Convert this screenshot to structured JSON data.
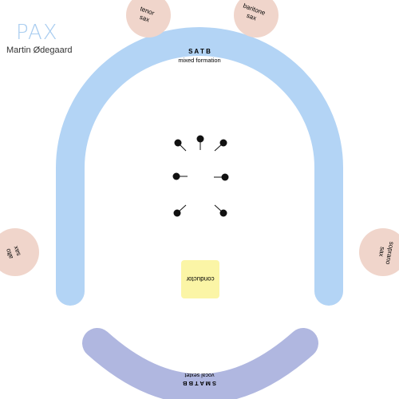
{
  "header": {
    "title": "PAX",
    "composer": "Martin Ødegaard"
  },
  "ensembles": {
    "satb": {
      "name": "S A T B",
      "subtitle": "mixed formation"
    },
    "smatbb": {
      "name": "S M A T B B",
      "subtitle": "vocal sextet"
    }
  },
  "instruments": {
    "tenor": {
      "line1": "tenor",
      "line2": "sax"
    },
    "baritone": {
      "line1": "baritone",
      "line2": "sax"
    },
    "alto": {
      "line1": "alto",
      "line2": "sax"
    },
    "soprano": {
      "line1": "soprano",
      "line2": "sax"
    }
  },
  "conductor": {
    "label": "conductor"
  },
  "colors": {
    "title": "#a9cdf0",
    "satb_arc": "#b3d4f5",
    "sextet_arc": "#b0b7e0",
    "sax_circle": "#f0d5cb",
    "conductor_box": "#fbf5a6",
    "marker": "#111111"
  }
}
